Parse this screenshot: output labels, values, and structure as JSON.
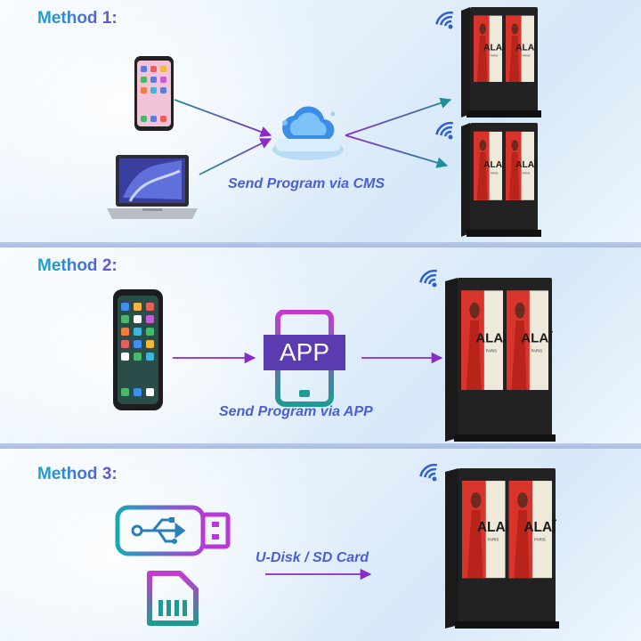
{
  "methods": [
    {
      "title": "Method 1:",
      "caption": "Send Program via CMS"
    },
    {
      "title": "Method 2:",
      "caption": "Send Program via APP"
    },
    {
      "title": "Method 3:",
      "caption": "U-Disk / SD Card"
    }
  ],
  "app_icon_label": "APP",
  "screen_brand": "ALAÏ",
  "screen_subbrand": "PARIS",
  "colors": {
    "accent_purple": "#8a2bc9",
    "accent_teal": "#1f8f9a",
    "title_gradient": [
      "#15a5c9",
      "#6a4fd0"
    ]
  }
}
